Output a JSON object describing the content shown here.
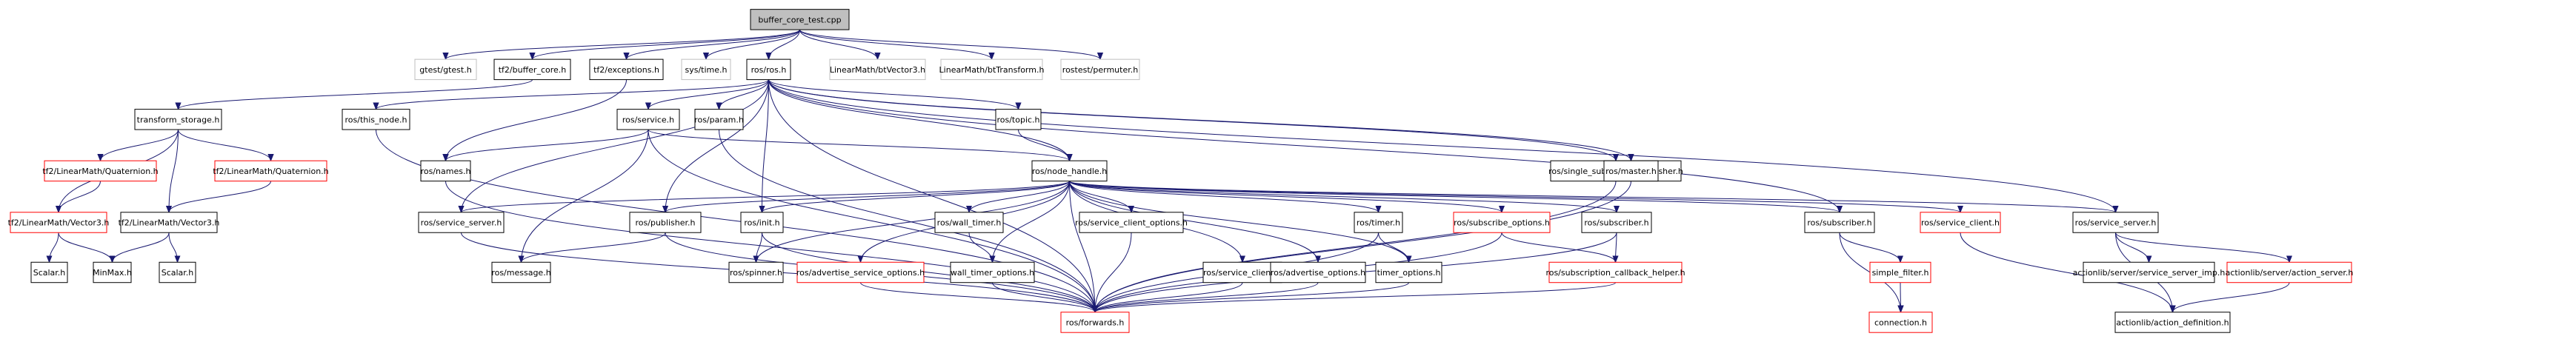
{
  "graph": {
    "root": "buffer_core_test.cpp",
    "styles": {
      "root": {
        "fill": "#bfbfbf",
        "stroke": "#000000"
      },
      "normal": {
        "fill": "#ffffff",
        "stroke": "#000000"
      },
      "external": {
        "fill": "#ffffff",
        "stroke": "#bfbfbf"
      },
      "partial": {
        "fill": "#ffffff",
        "stroke": "#ff0000"
      },
      "edge": "#191970"
    },
    "nodes": [
      {
        "id": "n0",
        "label": "buffer_core_test.cpp",
        "style": "root"
      },
      {
        "id": "n1",
        "label": "gtest/gtest.h",
        "style": "external"
      },
      {
        "id": "n2",
        "label": "tf2/buffer_core.h",
        "style": "normal"
      },
      {
        "id": "n3",
        "label": "tf2/exceptions.h",
        "style": "normal"
      },
      {
        "id": "n4",
        "label": "sys/time.h",
        "style": "external"
      },
      {
        "id": "n5",
        "label": "ros/ros.h",
        "style": "normal"
      },
      {
        "id": "n6",
        "label": "LinearMath/btVector3.h",
        "style": "external"
      },
      {
        "id": "n7",
        "label": "LinearMath/btTransform.h",
        "style": "external"
      },
      {
        "id": "n8",
        "label": "rostest/permuter.h",
        "style": "external"
      },
      {
        "id": "n9",
        "label": "transform_storage.h",
        "style": "normal"
      },
      {
        "id": "n10",
        "label": "ros/this_node.h",
        "style": "normal"
      },
      {
        "id": "n11",
        "label": "ros/service.h",
        "style": "normal"
      },
      {
        "id": "n12",
        "label": "ros/param.h",
        "style": "normal"
      },
      {
        "id": "n13",
        "label": "ros/topic.h",
        "style": "normal"
      },
      {
        "id": "n14",
        "label": "tf2/LinearMath/Quaternion.h",
        "style": "partial"
      },
      {
        "id": "n15",
        "label": "tf2/LinearMath/Quaternion.h",
        "style": "partial"
      },
      {
        "id": "n16",
        "label": "ros/names.h",
        "style": "normal"
      },
      {
        "id": "n17",
        "label": "ros/node_handle.h",
        "style": "normal"
      },
      {
        "id": "n18",
        "label": "ros/single_subscriber_publisher.h",
        "style": "normal"
      },
      {
        "id": "n19",
        "label": "ros/master.h",
        "style": "normal"
      },
      {
        "id": "n20",
        "label": "tf2/LinearMath/Vector3.h",
        "style": "partial"
      },
      {
        "id": "n21",
        "label": "tf2/LinearMath/Vector3.h",
        "style": "normal"
      },
      {
        "id": "n22",
        "label": "ros/service_server.h",
        "style": "normal"
      },
      {
        "id": "n23",
        "label": "ros/publisher.h",
        "style": "normal"
      },
      {
        "id": "n24",
        "label": "ros/init.h",
        "style": "normal"
      },
      {
        "id": "n25",
        "label": "ros/wall_timer.h",
        "style": "normal"
      },
      {
        "id": "n26",
        "label": "ros/service_client_options.h",
        "style": "normal"
      },
      {
        "id": "n27",
        "label": "ros/timer.h",
        "style": "normal"
      },
      {
        "id": "n28",
        "label": "ros/subscribe_options.h",
        "style": "partial"
      },
      {
        "id": "n29",
        "label": "ros/subscriber.h",
        "style": "normal"
      },
      {
        "id": "n30",
        "label": "ros/subscriber.h",
        "style": "normal"
      },
      {
        "id": "n31",
        "label": "ros/service_client.h",
        "style": "partial"
      },
      {
        "id": "n32",
        "label": "ros/service_server.h",
        "style": "normal"
      },
      {
        "id": "n33",
        "label": "Scalar.h",
        "style": "normal"
      },
      {
        "id": "n34",
        "label": "MinMax.h",
        "style": "normal"
      },
      {
        "id": "n35",
        "label": "Scalar.h",
        "style": "normal"
      },
      {
        "id": "n36",
        "label": "ros/message.h",
        "style": "normal"
      },
      {
        "id": "n37",
        "label": "ros/spinner.h",
        "style": "normal"
      },
      {
        "id": "n38",
        "label": "ros/advertise_service_options.h",
        "style": "partial"
      },
      {
        "id": "n39",
        "label": "wall_timer_options.h",
        "style": "normal"
      },
      {
        "id": "n40",
        "label": "ros/service_client.h",
        "style": "normal"
      },
      {
        "id": "n41",
        "label": "ros/advertise_options.h",
        "style": "normal"
      },
      {
        "id": "n42",
        "label": "timer_options.h",
        "style": "normal"
      },
      {
        "id": "n43",
        "label": "ros/subscription_callback_helper.h",
        "style": "partial"
      },
      {
        "id": "n44",
        "label": "simple_filter.h",
        "style": "partial"
      },
      {
        "id": "n45",
        "label": "actionlib/server/service_server_imp.h",
        "style": "normal"
      },
      {
        "id": "n46",
        "label": "actionlib/server/action_server.h",
        "style": "partial"
      },
      {
        "id": "n47",
        "label": "connection.h",
        "style": "partial"
      },
      {
        "id": "n48",
        "label": "actionlib/action_definition.h",
        "style": "normal"
      },
      {
        "id": "n49",
        "label": "ros/forwards.h",
        "style": "partial"
      }
    ],
    "edges": [
      [
        "n0",
        "n1"
      ],
      [
        "n0",
        "n2"
      ],
      [
        "n0",
        "n3"
      ],
      [
        "n0",
        "n4"
      ],
      [
        "n0",
        "n5"
      ],
      [
        "n0",
        "n6"
      ],
      [
        "n0",
        "n7"
      ],
      [
        "n0",
        "n8"
      ],
      [
        "n2",
        "n9"
      ],
      [
        "n3",
        "n16"
      ],
      [
        "n5",
        "n10"
      ],
      [
        "n5",
        "n11"
      ],
      [
        "n5",
        "n12"
      ],
      [
        "n5",
        "n13"
      ],
      [
        "n5",
        "n17"
      ],
      [
        "n5",
        "n18"
      ],
      [
        "n5",
        "n19"
      ],
      [
        "n5",
        "n22"
      ],
      [
        "n5",
        "n23"
      ],
      [
        "n5",
        "n24"
      ],
      [
        "n5",
        "n30"
      ],
      [
        "n5",
        "n32"
      ],
      [
        "n5",
        "n49"
      ],
      [
        "n9",
        "n14"
      ],
      [
        "n9",
        "n15"
      ],
      [
        "n9",
        "n20"
      ],
      [
        "n9",
        "n21"
      ],
      [
        "n14",
        "n20"
      ],
      [
        "n15",
        "n21"
      ],
      [
        "n20",
        "n33"
      ],
      [
        "n20",
        "n34"
      ],
      [
        "n21",
        "n34"
      ],
      [
        "n21",
        "n35"
      ],
      [
        "n10",
        "n49"
      ],
      [
        "n11",
        "n16"
      ],
      [
        "n11",
        "n17"
      ],
      [
        "n11",
        "n36"
      ],
      [
        "n11",
        "n49"
      ],
      [
        "n12",
        "n49"
      ],
      [
        "n13",
        "n17"
      ],
      [
        "n16",
        "n49"
      ],
      [
        "n17",
        "n22"
      ],
      [
        "n17",
        "n23"
      ],
      [
        "n17",
        "n24"
      ],
      [
        "n17",
        "n25"
      ],
      [
        "n17",
        "n26"
      ],
      [
        "n17",
        "n27"
      ],
      [
        "n17",
        "n28"
      ],
      [
        "n17",
        "n29"
      ],
      [
        "n17",
        "n30"
      ],
      [
        "n17",
        "n31"
      ],
      [
        "n17",
        "n32"
      ],
      [
        "n17",
        "n37"
      ],
      [
        "n17",
        "n38"
      ],
      [
        "n17",
        "n39"
      ],
      [
        "n17",
        "n40"
      ],
      [
        "n17",
        "n41"
      ],
      [
        "n17",
        "n42"
      ],
      [
        "n17",
        "n49"
      ],
      [
        "n18",
        "n49"
      ],
      [
        "n19",
        "n49"
      ],
      [
        "n22",
        "n49"
      ],
      [
        "n23",
        "n36"
      ],
      [
        "n23",
        "n49"
      ],
      [
        "n24",
        "n37"
      ],
      [
        "n24",
        "n49"
      ],
      [
        "n25",
        "n39"
      ],
      [
        "n26",
        "n49"
      ],
      [
        "n27",
        "n42"
      ],
      [
        "n27",
        "n49"
      ],
      [
        "n28",
        "n43"
      ],
      [
        "n28",
        "n49"
      ],
      [
        "n29",
        "n43"
      ],
      [
        "n29",
        "n49"
      ],
      [
        "n30",
        "n44"
      ],
      [
        "n30",
        "n47"
      ],
      [
        "n31",
        "n48"
      ],
      [
        "n32",
        "n45"
      ],
      [
        "n32",
        "n46"
      ],
      [
        "n32",
        "n48"
      ],
      [
        "n38",
        "n49"
      ],
      [
        "n39",
        "n49"
      ],
      [
        "n40",
        "n49"
      ],
      [
        "n41",
        "n49"
      ],
      [
        "n42",
        "n49"
      ],
      [
        "n43",
        "n49"
      ],
      [
        "n44",
        "n47"
      ],
      [
        "n46",
        "n48"
      ]
    ]
  }
}
